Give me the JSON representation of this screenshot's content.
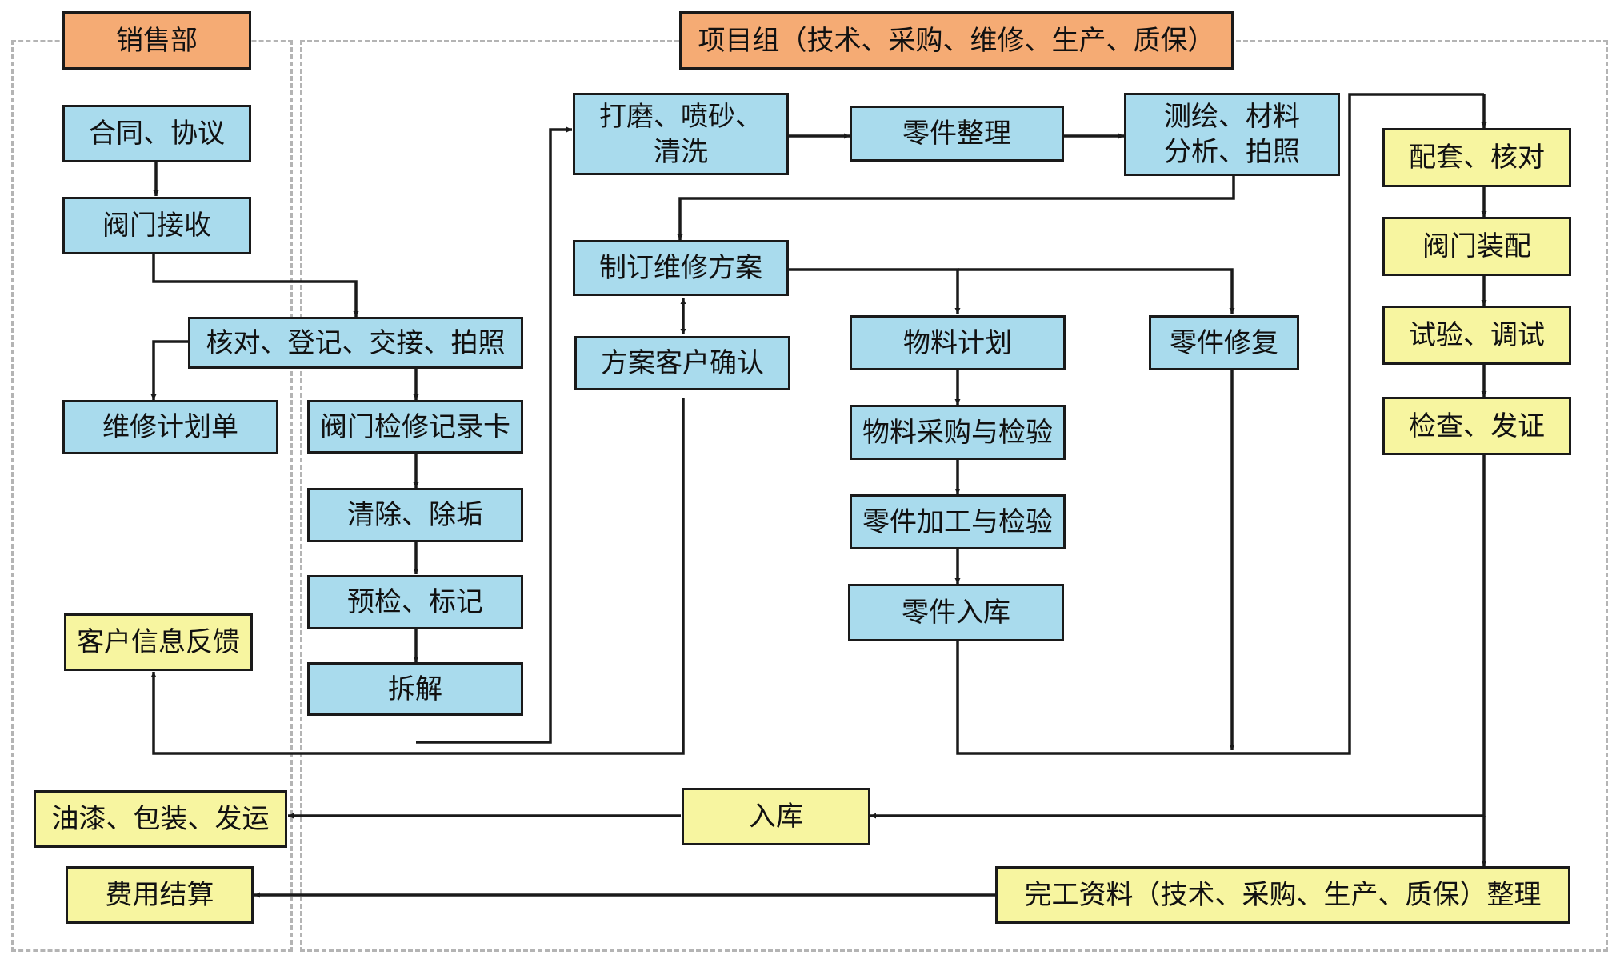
{
  "colors": {
    "process": "#a9dbed",
    "customer": "#f7f5a0",
    "department": "#f5ab74",
    "line": "#1a1a1a",
    "region_border": "#b4b4b4"
  },
  "departments": {
    "sales": "销售部",
    "project": "项目组（技术、采购、维修、生产、质保）"
  },
  "nodes": {
    "contract": "合同、协议",
    "receive": "阀门接收",
    "verify_register": "核对、登记、交接、拍照",
    "repair_plan_list": "维修计划单",
    "repair_card": "阀门检修记录卡",
    "clean": "清除、除垢",
    "precheck": "预检、标记",
    "disassemble": "拆解",
    "customer_feedback": "客户信息反馈",
    "paint_pack_ship": "油漆、包装、发运",
    "settlement": "费用结算",
    "grind_blast_wash": "打磨、喷砂、\n清洗",
    "parts_sort": "零件整理",
    "survey_analysis": "测绘、材料\n分析、拍照",
    "make_plan": "制订维修方案",
    "plan_confirm": "方案客户确认",
    "material_plan": "物料计划",
    "purchase_inspect": "物料采购与检验",
    "machining_inspect": "零件加工与检验",
    "parts_storage": "零件入库",
    "parts_repair": "零件修复",
    "match_check": "配套、核对",
    "assembly": "阀门装配",
    "test_debug": "试验、调试",
    "inspect_certify": "检查、发证",
    "warehouse": "入库",
    "docs": "完工资料（技术、采购、生产、质保）整理"
  }
}
